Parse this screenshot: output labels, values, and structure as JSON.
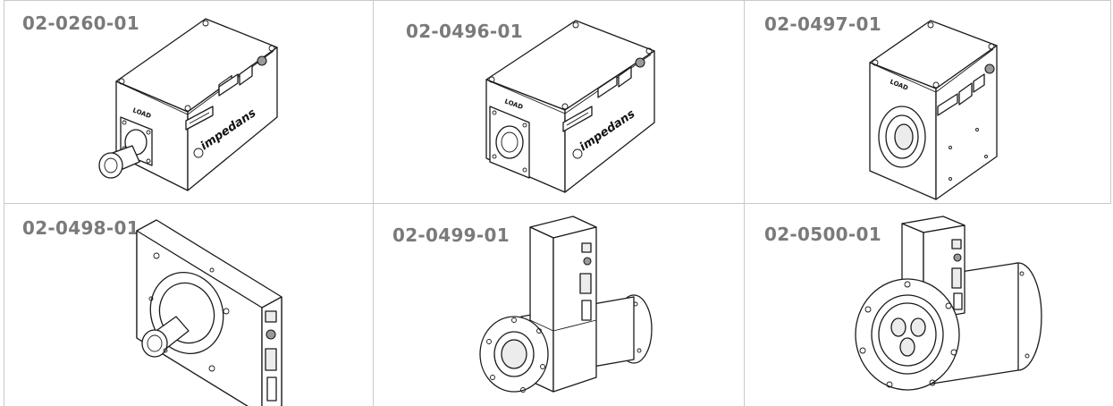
{
  "products": [
    {
      "code": "02-0260-01",
      "icon": "box-enclosure-with-load-connector",
      "load_label": "LOAD",
      "brand": "impedans"
    },
    {
      "code": "02-0496-01",
      "icon": "box-enclosure-with-square-flange",
      "load_label": "LOAD",
      "brand": "impedans"
    },
    {
      "code": "02-0497-01",
      "icon": "cube-enclosure-with-round-port",
      "load_label": "LOAD"
    },
    {
      "code": "02-0498-01",
      "icon": "flat-plate-with-coaxial-port"
    },
    {
      "code": "02-0499-01",
      "icon": "flanged-tube-with-tall-box"
    },
    {
      "code": "02-0500-01",
      "icon": "large-flanged-tube-with-box"
    }
  ]
}
